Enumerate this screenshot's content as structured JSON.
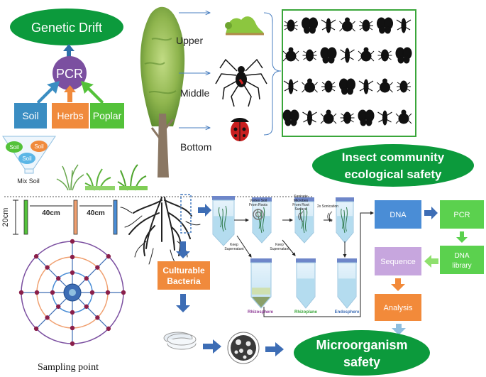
{
  "bubbles": {
    "genetic_drift": "Genetic Drift",
    "insect_line1": "Insect community",
    "insect_line2": "ecological safety",
    "micro_line1": "Microorganism",
    "micro_line2": "safety"
  },
  "pcr_top": "PCR",
  "sources": {
    "soil": "Soil",
    "herbs": "Herbs",
    "poplar": "Poplar"
  },
  "mix_soil": {
    "label": "Mix Soil",
    "a": "Soil",
    "b": "Soil",
    "c": "Soil"
  },
  "canopy": {
    "upper": "Upper",
    "middle": "Middle",
    "bottom": "Bottom"
  },
  "depth": {
    "vertical": "20cm",
    "gap1": "40cm",
    "gap2": "40cm"
  },
  "sampling_point": "Sampling point",
  "culturable_bacteria": {
    "line1": "Culturable",
    "line2": "Bacteria"
  },
  "process": {
    "vortex": [
      "Vortex Soil",
      "From Roots"
    ],
    "sonicate": [
      "Sonicate",
      "Microbes",
      "From Root",
      "Surface"
    ],
    "sonication": "2x Sonication",
    "keep1": [
      "Keep",
      "Supernatant"
    ],
    "keep2": [
      "Keep",
      "Supernatant"
    ]
  },
  "fractions": {
    "rhizosphere": "Rhizosphere",
    "rhizoplane": "Rhizoplane",
    "endosphere": "Endosphere"
  },
  "workflow": {
    "dna": "DNA",
    "pcr": "PCR",
    "library_line1": "DNA",
    "library_line2": "library",
    "sequence": "Sequence",
    "analysis": "Analysis"
  },
  "colors": {
    "green_bubble": "#0c9a3c",
    "pcr_purple": "#7b4fa0",
    "soil_blue": "#3a8dc2",
    "herbs_orange": "#f08a3c",
    "poplar_green": "#54c23a",
    "flow_blue": "#4a8dd6",
    "library_green": "#5bd14e",
    "sequence_purple": "#c7a6de",
    "analysis_orange": "#f28a3a",
    "arrow_blue": "#3d6db5"
  }
}
